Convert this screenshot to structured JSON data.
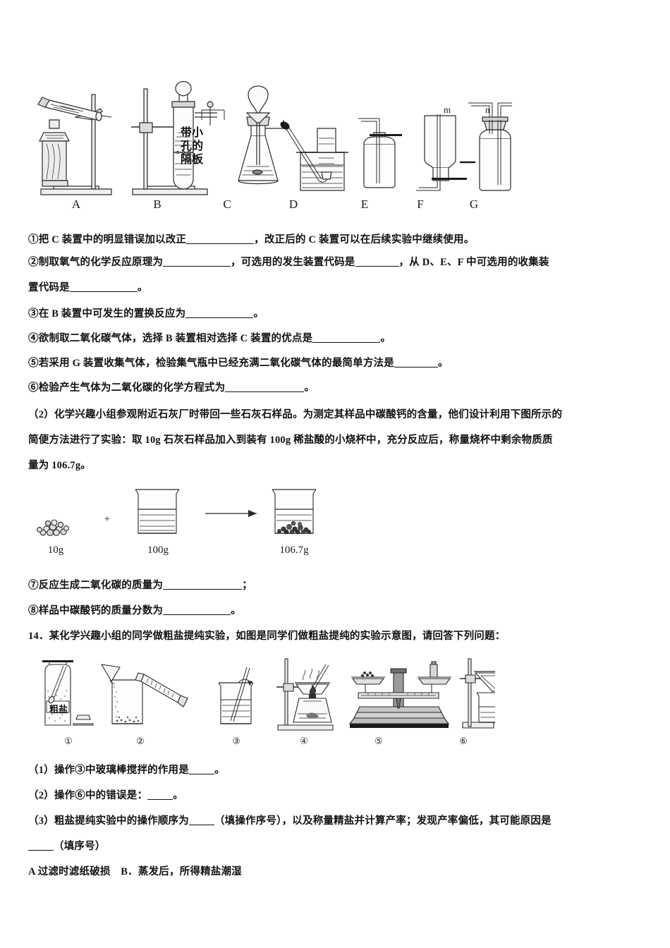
{
  "document": {
    "apparatus_figure": {
      "labels": [
        "A",
        "B",
        "C",
        "D",
        "E",
        "F",
        "G"
      ],
      "annotation_b": "带小孔的隔板",
      "tube_label_m": "m",
      "tube_label_n": "n"
    },
    "question_13": {
      "items": [
        {
          "id": "item-1",
          "marker": "①",
          "segments": [
            {
              "type": "text",
              "value": "把 C 装置中的明显错误加以改正"
            },
            {
              "type": "blank",
              "size": "l"
            },
            {
              "type": "text",
              "value": "，改正后的 C 装置可以在后续实验中继续使用。"
            }
          ]
        },
        {
          "id": "item-2",
          "marker": "②",
          "segments": [
            {
              "type": "text",
              "value": "制取氧气的化学反应原理为"
            },
            {
              "type": "blank",
              "size": "l"
            },
            {
              "type": "text",
              "value": "，可选用的发生装置代码是"
            },
            {
              "type": "blank",
              "size": "m"
            },
            {
              "type": "text",
              "value": "，从 D、E、F 中可选用的收集装"
            }
          ]
        },
        {
          "id": "item-2-cont",
          "marker": "",
          "segments": [
            {
              "type": "text",
              "value": "置代码是"
            },
            {
              "type": "blank",
              "size": "l"
            },
            {
              "type": "text",
              "value": "。"
            }
          ]
        },
        {
          "id": "item-3",
          "marker": "③",
          "segments": [
            {
              "type": "text",
              "value": "在 B 装置中可发生的置换反应为"
            },
            {
              "type": "blank",
              "size": "l"
            },
            {
              "type": "text",
              "value": "。"
            }
          ]
        },
        {
          "id": "item-4",
          "marker": "④",
          "segments": [
            {
              "type": "text",
              "value": "欲制取二氧化碳气体，选择 B 装置相对选择 C 装置的优点是"
            },
            {
              "type": "blank",
              "size": "l"
            },
            {
              "type": "text",
              "value": "。"
            }
          ]
        },
        {
          "id": "item-5",
          "marker": "⑤",
          "segments": [
            {
              "type": "text",
              "value": "若采用 G 装置收集气体，检验集气瓶中已经充满二氧化碳气体的最简单方法是"
            },
            {
              "type": "blank",
              "size": "m"
            },
            {
              "type": "text",
              "value": "。"
            }
          ]
        },
        {
          "id": "item-6",
          "marker": "⑥",
          "segments": [
            {
              "type": "text",
              "value": "检验产生气体为二氧化碳的化学方程式为"
            },
            {
              "type": "blank",
              "size": "xl"
            },
            {
              "type": "text",
              "value": "。"
            }
          ]
        }
      ],
      "part2_line1": "（2）化学兴趣小组参观附近石灰厂时带回一些石灰石样品。为测定其样品中碳酸钙的含量，他们设计利用下图所示的",
      "part2_line2": "简便方法进行了实验：取 10g 石灰石样品加入到装有 100g 稀盐酸的小烧杯中，充分反应后，称量烧杯中剩余物质质",
      "part2_line3": "量为 106.7g。",
      "items_after": [
        {
          "id": "item-7",
          "marker": "⑦",
          "segments": [
            {
              "type": "text",
              "value": "反应生成二氧化碳的质量为"
            },
            {
              "type": "blank",
              "size": "xl"
            },
            {
              "type": "text",
              "value": "；"
            }
          ]
        },
        {
          "id": "item-8",
          "marker": "⑧",
          "segments": [
            {
              "type": "text",
              "value": "样品中碳酸钙的质量分数为"
            },
            {
              "type": "blank",
              "size": "l"
            },
            {
              "type": "text",
              "value": "。"
            }
          ]
        }
      ]
    },
    "reaction_figure": {
      "plus_sign": "+",
      "solid_mass": "10g",
      "beaker_before_mass": "100g",
      "beaker_after_mass": "106.7g"
    },
    "question_14": {
      "stem": "14．某化学兴趣小组的同学做粗盐提纯实验，如图是同学们做粗盐提纯的实验示意图，请回答下列问题：",
      "figure": {
        "bottle_label": "粗盐",
        "step_labels": [
          "①",
          "②",
          "③",
          "④",
          "⑤",
          "⑥"
        ]
      },
      "sub_questions": [
        {
          "id": "sub-1",
          "segments": [
            {
              "type": "text",
              "value": "（1）操作③中玻璃棒搅拌的作用是"
            },
            {
              "type": "blank",
              "size": "s"
            },
            {
              "type": "text",
              "value": "。"
            }
          ]
        },
        {
          "id": "sub-2",
          "segments": [
            {
              "type": "text",
              "value": "（2）操作⑥中的错误是："
            },
            {
              "type": "blank",
              "size": "s"
            },
            {
              "type": "text",
              "value": "。"
            }
          ]
        },
        {
          "id": "sub-3",
          "segments": [
            {
              "type": "text",
              "value": "（3）粗盐提纯实验中的操作顺序为"
            },
            {
              "type": "blank",
              "size": "s"
            },
            {
              "type": "text",
              "value": "（填操作序号），以及称量精盐并计算产率；发现产率偏低，其可能原因是"
            }
          ]
        },
        {
          "id": "sub-3-cont",
          "segments": [
            {
              "type": "blank",
              "size": "s"
            },
            {
              "type": "text",
              "value": "（填序号）"
            }
          ]
        }
      ],
      "options_line": "A 过滤时滤纸破损　B．蒸发后，所得精盐潮湿"
    },
    "colors": {
      "ink": "#121212",
      "line": "#2a2a2a",
      "fill_light": "#f2f2f2"
    }
  }
}
